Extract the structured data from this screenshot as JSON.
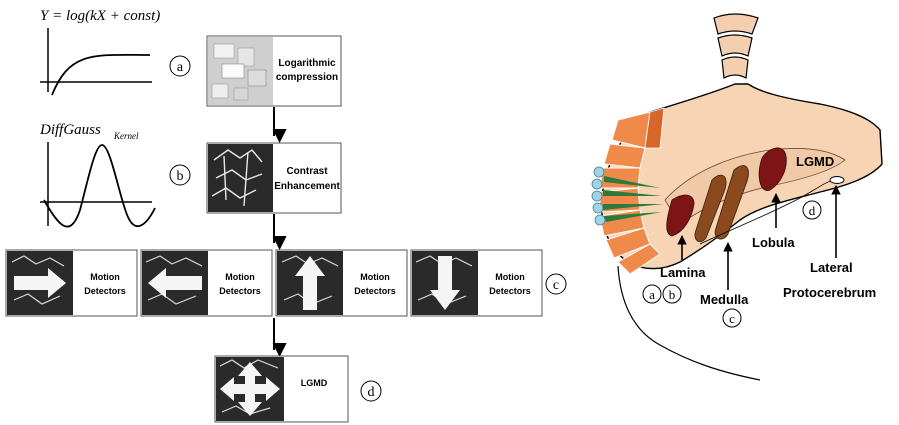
{
  "left_pipeline": {
    "formula_a": "Y = log(kX + const)",
    "formula_b_main": "DiffGauss",
    "formula_b_sub": "Kernel",
    "stage_a": {
      "line1": "Logarithmic",
      "line2": "compression"
    },
    "stage_b": {
      "line1": "Contrast",
      "line2": "Enhancement"
    },
    "stage_c": {
      "line1": "Motion",
      "line2": "Detectors"
    },
    "stage_d": {
      "label": "LGMD"
    },
    "markers": {
      "a": "a",
      "b": "b",
      "c": "c",
      "d": "d"
    }
  },
  "anatomy": {
    "lgmd": "LGMD",
    "lobula": "Lobula",
    "lamina": "Lamina",
    "medulla": "Medulla",
    "lateral": "Lateral",
    "protocerebrum": "Protocerebrum",
    "markers": {
      "a": "a",
      "b": "b",
      "c": "c",
      "d": "d"
    }
  },
  "colors": {
    "ommatidia_orange": "#f08a4b",
    "ommatidia_dark": "#d8652a",
    "brain_tan": "#f6d4b4",
    "neck_tan": "#f3cfb0",
    "lobula_maroon": "#7d1416",
    "medulla_brown": "#8a4a1e",
    "lens_blue": "#9fd3e6",
    "green_cone": "#2f7a3a",
    "panel_dark": "#2a2a2a"
  }
}
